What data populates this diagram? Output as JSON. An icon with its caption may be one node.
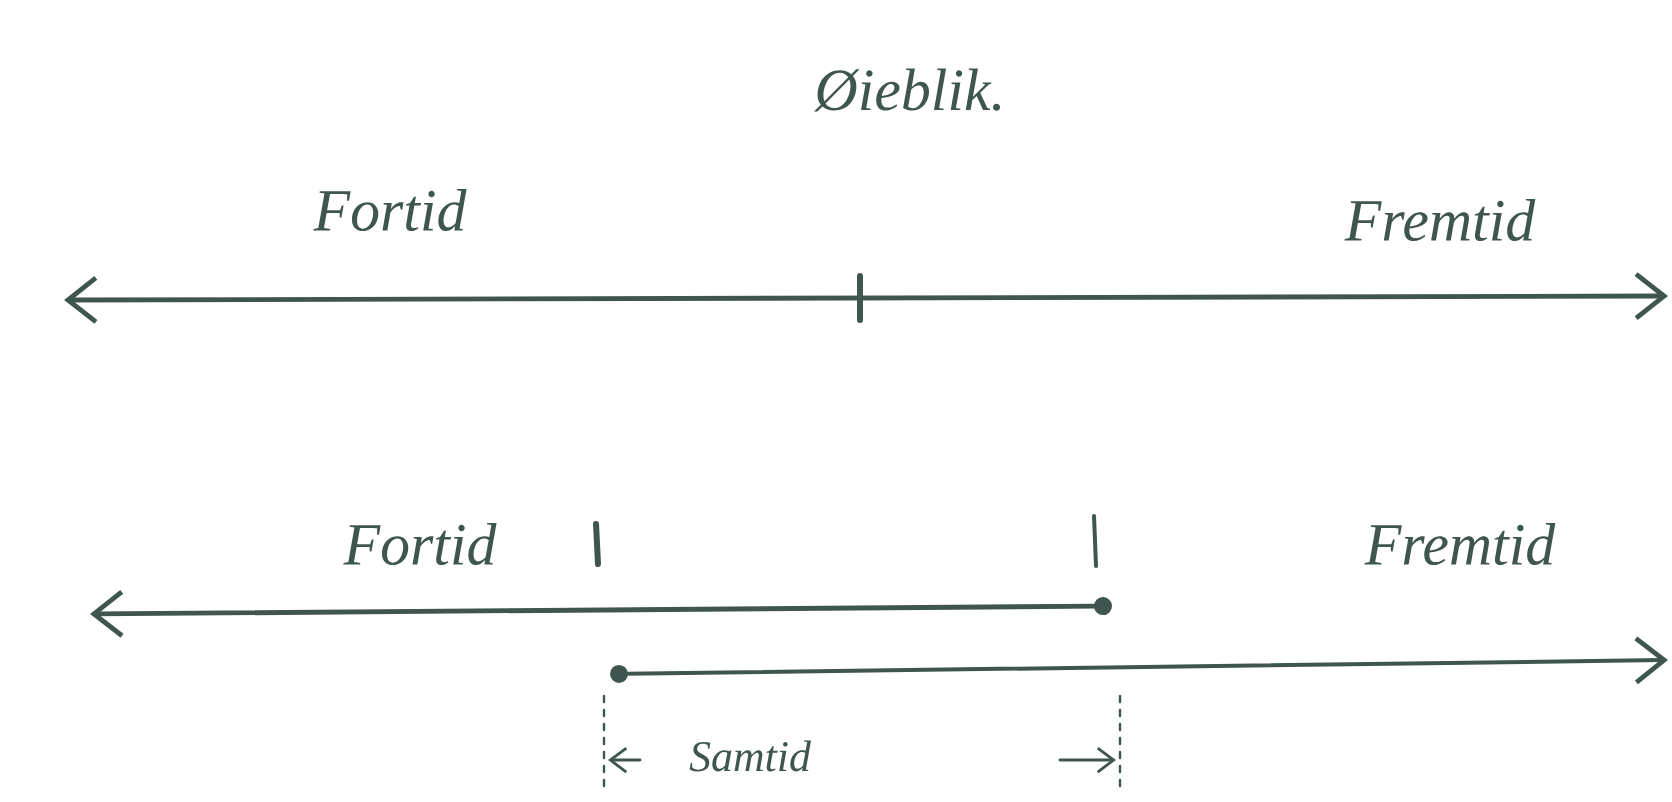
{
  "diagram": {
    "labels": [
      "Øieblik.",
      "Fortid",
      "Fremtid",
      "Fortid",
      "Fremtid",
      "Samtid"
    ]
  }
}
